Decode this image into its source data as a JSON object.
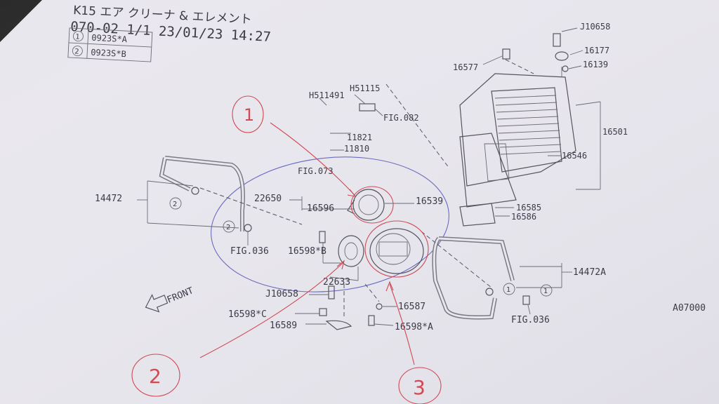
{
  "header": {
    "title_line": "K15 エア クリーナ & エレメント",
    "subtitle_line": "070-02  1/1  23/01/23 14:27"
  },
  "legend": [
    {
      "marker": "1",
      "code": "0923S*A"
    },
    {
      "marker": "2",
      "code": "0923S*B"
    }
  ],
  "parts": {
    "p_J10658_top": "J10658",
    "p_16177": "16177",
    "p_16139": "16139",
    "p_16577": "16577",
    "p_16501": "16501",
    "p_16546": "16546",
    "p_16585": "16585",
    "p_16586": "16586",
    "p_H51115": "H51115",
    "p_H511491": "H511491",
    "p_FIG082": "FIG.082",
    "p_11821": "11821",
    "p_11810": "11810",
    "p_FIG073": "FIG.073",
    "p_14472": "14472",
    "p_22650": "22650",
    "p_16596": "16596",
    "p_16539": "16539",
    "p_FIG036_left": "FIG.036",
    "p_16598B": "16598*B",
    "p_22633": "22633",
    "p_J10658_mid": "J10658",
    "p_16598C": "16598*C",
    "p_16589": "16589",
    "p_16587": "16587",
    "p_16598A": "16598*A",
    "p_14472A": "14472A",
    "p_FIG036_right": "FIG.036",
    "p_A07000": "A07000",
    "p_FRONT": "FRONT"
  },
  "markers": {
    "circle1": "1",
    "circle2": "2"
  },
  "annotations": {
    "red_1": "1",
    "red_2": "2",
    "red_3": "3"
  },
  "colors": {
    "paper": "#e9e7ee",
    "ink": "#55555f",
    "blue_outline": "#6b6bc0",
    "red_ink": "#d04a55"
  }
}
